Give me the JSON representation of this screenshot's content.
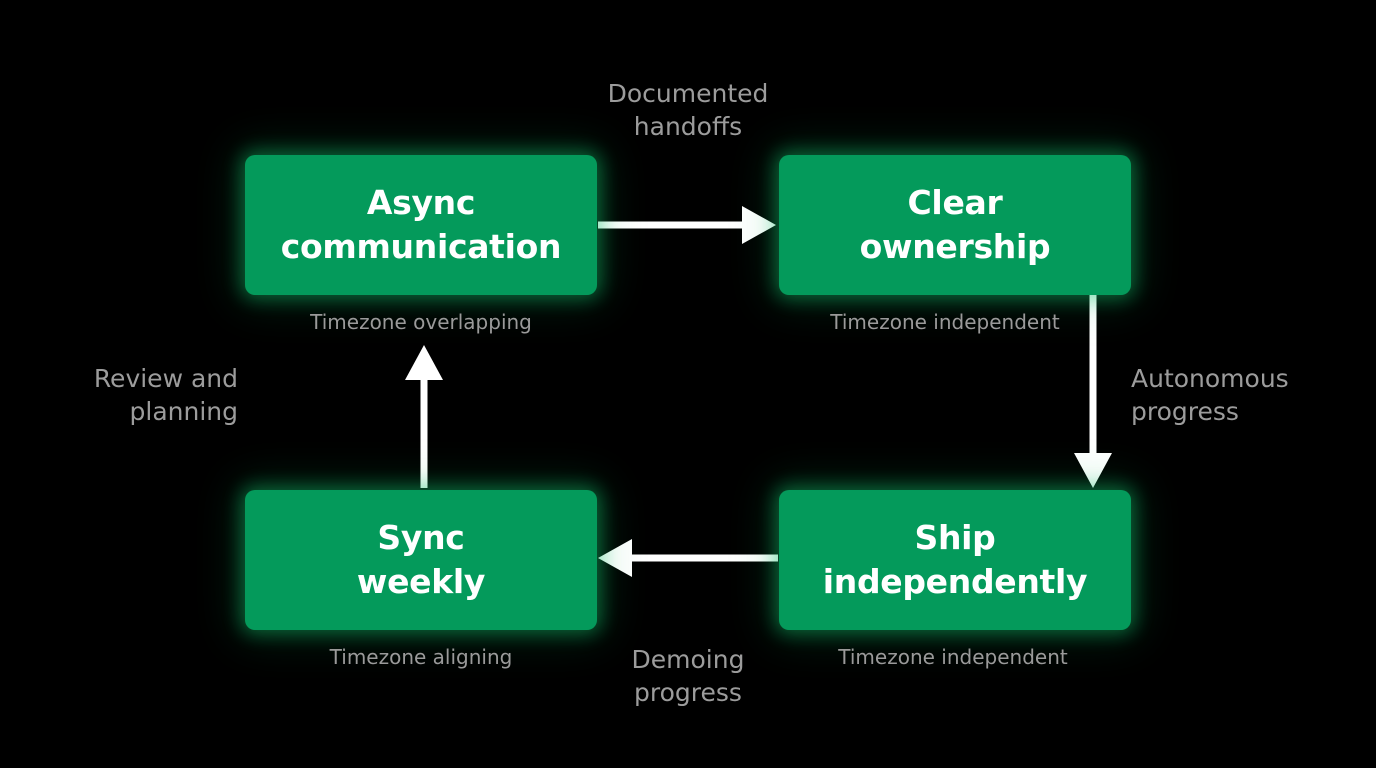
{
  "colors": {
    "background": "#000000",
    "node_fill": "#049a5b",
    "node_text": "#ffffff",
    "caption_text": "#9a9a9a",
    "arrow": "#ffffff"
  },
  "nodes": {
    "async": {
      "title": "Async\ncommunication",
      "caption": "Timezone overlapping"
    },
    "clear": {
      "title": "Clear\nownership",
      "caption": "Timezone independent"
    },
    "ship": {
      "title": "Ship\nindependently",
      "caption": "Timezone independent"
    },
    "sync": {
      "title": "Sync\nweekly",
      "caption": "Timezone aligning"
    }
  },
  "edges": {
    "async_to_clear": "Documented\nhandoffs",
    "clear_to_ship": "Autonomous\nprogress",
    "ship_to_sync": "Demoing\nprogress",
    "sync_to_async": "Review and\nplanning"
  }
}
